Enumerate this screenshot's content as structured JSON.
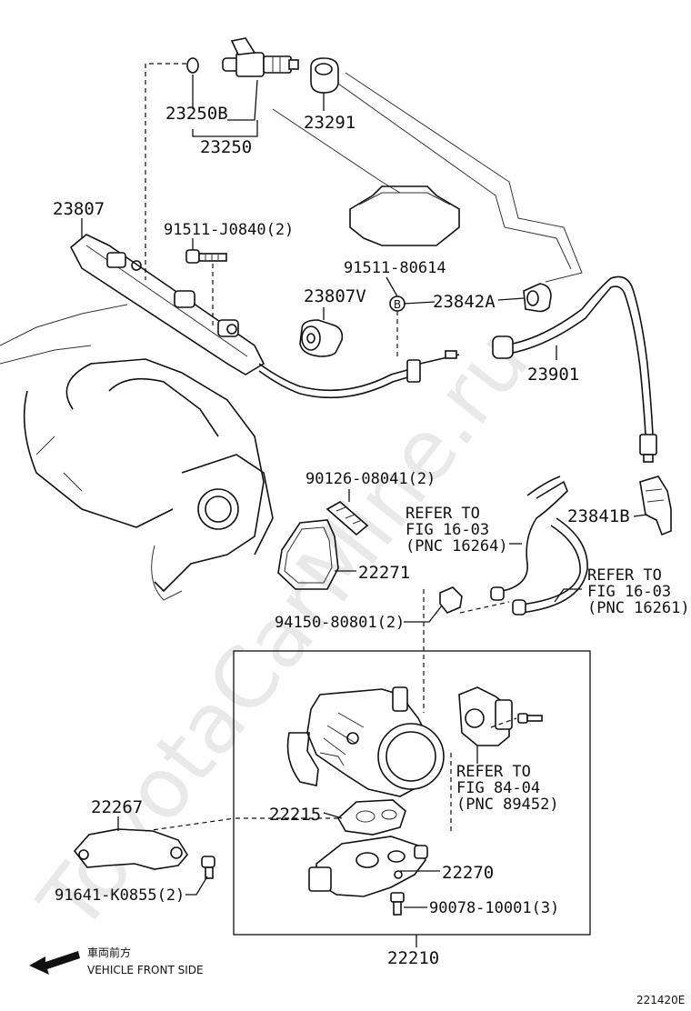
{
  "watermark": "ToyotaCarMine.ru",
  "labels": {
    "p23250B": "23250B",
    "p23250": "23250",
    "p23291": "23291",
    "p23807": "23807",
    "p91511_J0840": "91511-J0840(2)",
    "p91511_80614": "91511-80614",
    "p23807V": "23807V",
    "p23842A": "23842A",
    "p23901": "23901",
    "p90126": "90126-08041(2)",
    "p22271": "22271",
    "p23841B": "23841B",
    "p94150": "94150-80801(2)",
    "p22267": "22267",
    "p22215": "22215",
    "p22270": "22270",
    "p91641": "91641-K0855(2)",
    "p90078": "90078-10001(3)",
    "p22210": "22210"
  },
  "refer1": [
    "REFER TO",
    "FIG 16-03",
    "(PNC 16264)"
  ],
  "refer2": [
    "REFER TO",
    "FIG 16-03",
    "(PNC 16261)"
  ],
  "refer3": [
    "REFER TO",
    "FIG 84-04",
    "(PNC 89452)"
  ],
  "badge_b": "B",
  "front": {
    "jp": "車両前方",
    "en": "VEHICLE FRONT SIDE"
  },
  "figure_id": "221420E"
}
